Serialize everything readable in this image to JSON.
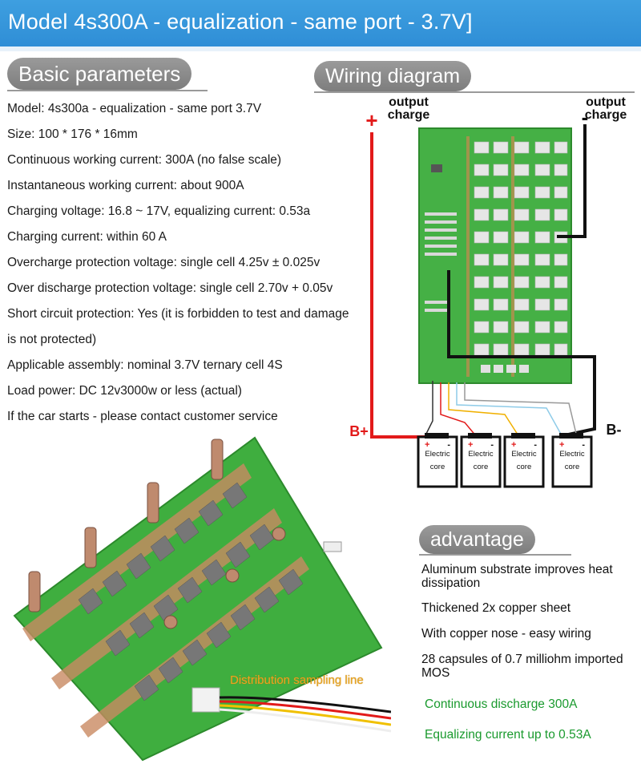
{
  "header": {
    "title": "Model 4s300A - equalization - same port - 3.7V]"
  },
  "basic": {
    "heading": "Basic parameters",
    "items": [
      "Model: 4s300a - equalization - same port 3.7V",
      "Size: 100 * 176 * 16mm",
      "Continuous working current: 300A (no false scale)",
      "Instantaneous working current: about 900A",
      "Charging voltage: 16.8 ~ 17V, equalizing current: 0.53a",
      "Charging current: within 60 A",
      "Overcharge protection voltage: single cell 4.25v ± 0.025v",
      "Over discharge protection voltage: single cell 2.70v + 0.05v",
      "Short circuit protection: Yes (it is forbidden to test and damage",
      "is not protected)",
      "Applicable assembly: nominal 3.7V ternary cell 4S",
      " Load power: DC 12v3000w or less (actual)",
      " If the car starts - please contact customer service"
    ]
  },
  "wiring": {
    "heading": "Wiring diagram",
    "output_left_1": "output",
    "output_left_2": "charge",
    "output_right_1": "output",
    "output_right_2": "charge",
    "plus_sign": "+",
    "minus_sign": "-",
    "b_plus": "B+",
    "b_minus": "B-",
    "cells": [
      {
        "plus": "+",
        "minus": "-",
        "line1": "Electric",
        "line2": "core"
      },
      {
        "plus": "+",
        "minus": "-",
        "line1": "Electric",
        "line2": "core"
      },
      {
        "plus": "+",
        "minus": "-",
        "line1": "Electric",
        "line2": "core"
      },
      {
        "plus": "+",
        "minus": "-",
        "line1": "Electric",
        "line2": "core"
      }
    ]
  },
  "advantage": {
    "heading": "advantage",
    "items": [
      "Aluminum substrate improves heat dissipation",
      "Thickened 2x copper sheet",
      "With copper nose - easy wiring",
      "28 capsules of 0.7 milliohm imported MOS"
    ],
    "green_items": [
      "Continuous discharge 300A",
      "Equalizing current up to 0.53A"
    ]
  },
  "photo": {
    "label": "Distribution sampling line"
  },
  "colors": {
    "banner": "#3e9fe0",
    "pcb_green": "#3fae3f",
    "wire_red": "#e21a1a",
    "accent_green": "#1a9a2e",
    "label_orange": "#e8a521"
  }
}
